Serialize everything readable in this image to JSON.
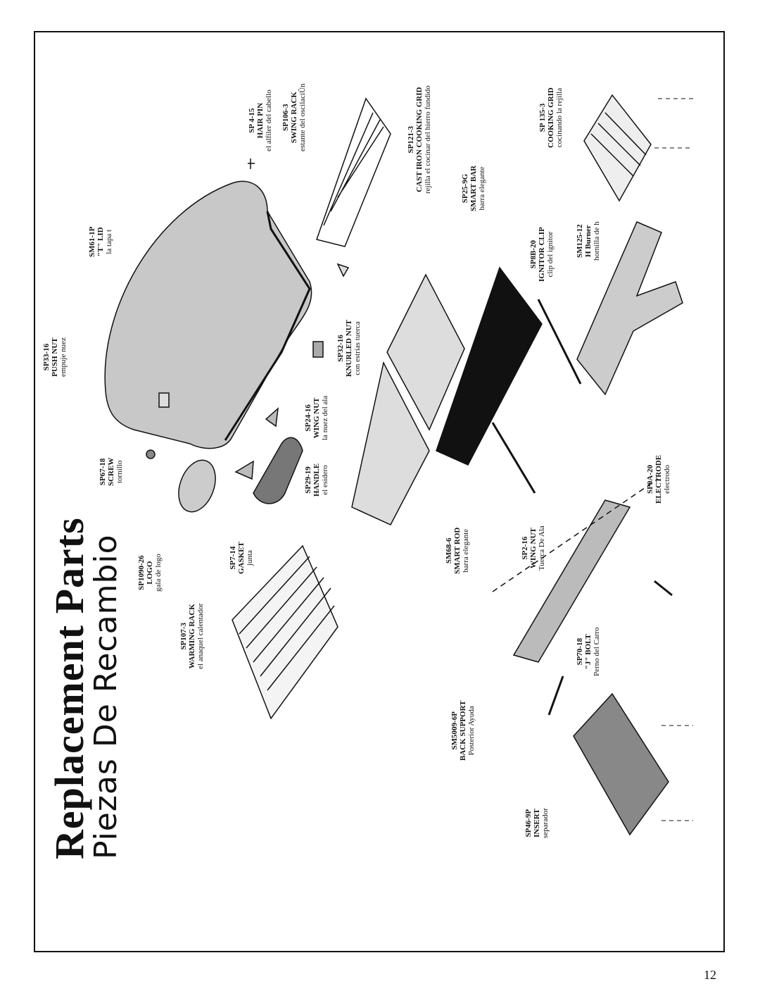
{
  "title_en": "Replacement Parts",
  "title_es": "Piezas De Recambio",
  "page_number": "12",
  "parts": [
    {
      "code": "SP 4-15",
      "name": "HAIR PIN",
      "desc": "el alfiler del cabello"
    },
    {
      "code": "SP106-3",
      "name": "SWING RACK",
      "desc": "estante del oscilaciÛn"
    },
    {
      "code": "SP121-3",
      "name": "CAST IRON COOKING GRID",
      "desc": "rejilla el cocinar del hierro fundido"
    },
    {
      "code": "SP25-9G",
      "name": "SMART BAR",
      "desc": "barra elegante"
    },
    {
      "code": "SP 135-3",
      "name": "COOKING GRID",
      "desc": "cocinando la rejilla"
    },
    {
      "code": "SM61-1P",
      "name": "\"T\" LID",
      "desc": "la tapa t"
    },
    {
      "code": "SP8B-20",
      "name": "IGNITOR CLIP",
      "desc": "clip del ignitor"
    },
    {
      "code": "SM125-12",
      "name": "H Burner",
      "desc": "hornilla de h"
    },
    {
      "code": "SP33-16",
      "name": "PUSH NUT",
      "desc": "empuje nuez"
    },
    {
      "code": "SP32-16",
      "name": "KNURLED NUT",
      "desc": "con estrías tuerca"
    },
    {
      "code": "SP24-16",
      "name": "WING NUT",
      "desc": "la nuez del ala"
    },
    {
      "code": "SP67-18",
      "name": "SCREW",
      "desc": "tornillo"
    },
    {
      "code": "SP29-19",
      "name": "HANDLE",
      "desc": "el esidero"
    },
    {
      "code": "SP9A-20",
      "name": "ELECTRODE",
      "desc": "electrodo"
    },
    {
      "code": "SP1090-26",
      "name": "LOGO",
      "desc": "gala de logo"
    },
    {
      "code": "SP7-14",
      "name": "GASKET",
      "desc": "junta"
    },
    {
      "code": "SM68-6",
      "name": "SMART ROD",
      "desc": "barra elegante"
    },
    {
      "code": "SP2-16",
      "name": "WING NUT",
      "desc": "Tuerca De Ala"
    },
    {
      "code": "SP107-3",
      "name": "WARMING RACK",
      "desc": "el anaquel calentador"
    },
    {
      "code": "SP70-18",
      "name": "\"J\" BOLT",
      "desc": "Perno del Carro"
    },
    {
      "code": "SM5009-6P",
      "name": "BACK SUPPORT",
      "desc": "Posterior Ayuda"
    },
    {
      "code": "SP46-9P",
      "name": "INSERT",
      "desc": "separador"
    }
  ]
}
